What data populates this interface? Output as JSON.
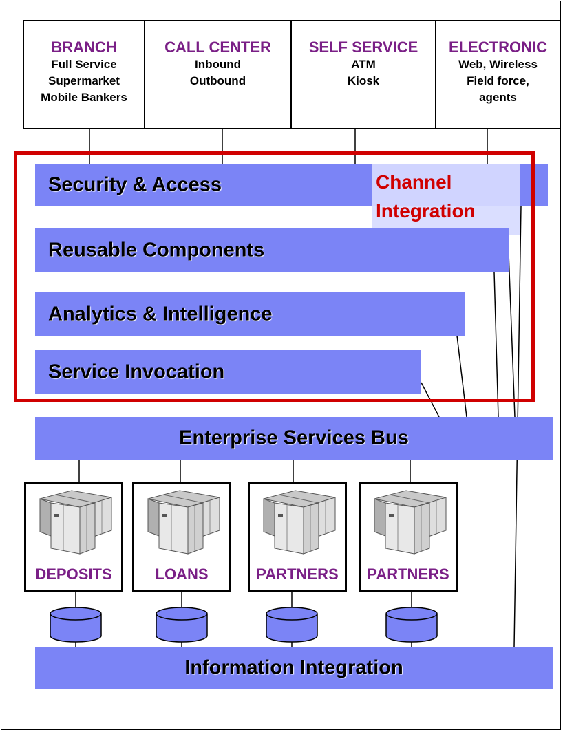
{
  "channels": [
    {
      "title": "BRANCH",
      "lines": [
        "Full Service",
        "Supermarket",
        "Mobile Bankers"
      ]
    },
    {
      "title": "CALL CENTER",
      "lines": [
        "Inbound",
        "Outbound"
      ]
    },
    {
      "title": "SELF SERVICE",
      "lines": [
        "ATM",
        "Kiosk"
      ]
    },
    {
      "title": "ELECTRONIC",
      "lines": [
        "Web, Wireless",
        "Field force,",
        "agents"
      ]
    }
  ],
  "layers": {
    "security": "Security & Access",
    "reusable": "Reusable Components",
    "analytics": "Analytics & Intelligence",
    "invocation": "Service Invocation",
    "esb": "Enterprise Services Bus",
    "info": "Information Integration"
  },
  "channel_integration": {
    "line1": "Channel",
    "line2": "Integration"
  },
  "systems": [
    "DEPOSITS",
    "LOANS",
    "PARTNERS",
    "PARTNERS"
  ],
  "colors": {
    "bar": "#7b84f6",
    "channel_title": "#7a1f86",
    "channel_integration": "#d00000",
    "database": "#7b84f6"
  },
  "icons": {
    "server": "server-rack-icon",
    "database": "database-cylinder-icon"
  }
}
